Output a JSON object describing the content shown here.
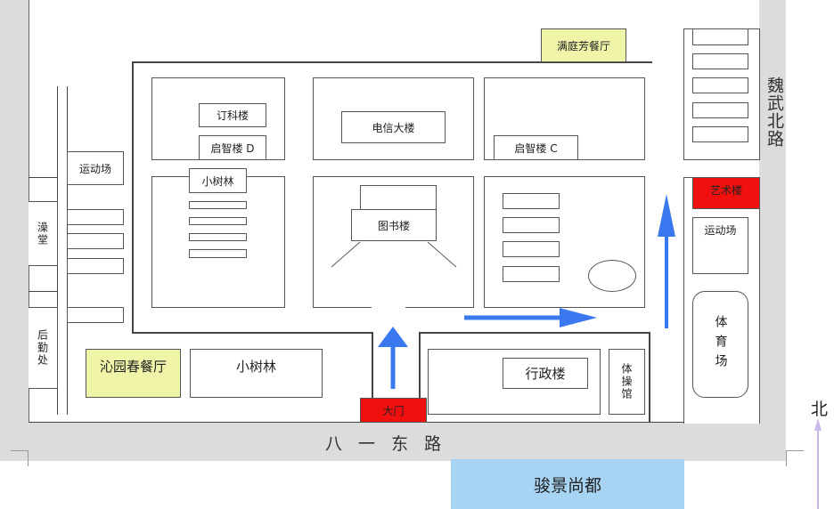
{
  "roads": {
    "east": "魏武北路",
    "south": "八 一 东 路"
  },
  "buildings": {
    "dingke": "订科楼",
    "qizhi_d": "启智楼 D",
    "dianxin": "电信大楼",
    "qizhi_c": "启智楼 C",
    "grove_top": "小树林",
    "library": "图书楼",
    "grove_bottom": "小树林",
    "admin": "行政楼",
    "gym": "体操馆",
    "stadium": "体育场",
    "art": "艺术楼",
    "field_left": "运动场",
    "field_right": "运动场",
    "bath": "澡堂",
    "logistics": "后勤处",
    "canteen_qinyuan": "沁园春餐厅",
    "canteen_manting": "满庭芳餐厅",
    "gate": "大门"
  },
  "neighbor": "骏景尚都",
  "north_label": "北",
  "colors": {
    "red": "#f01010",
    "yellow": "#f0f4a8",
    "blue": "#a8d4f4",
    "arrow": "#3a78f0",
    "road": "#dcdcdc"
  }
}
